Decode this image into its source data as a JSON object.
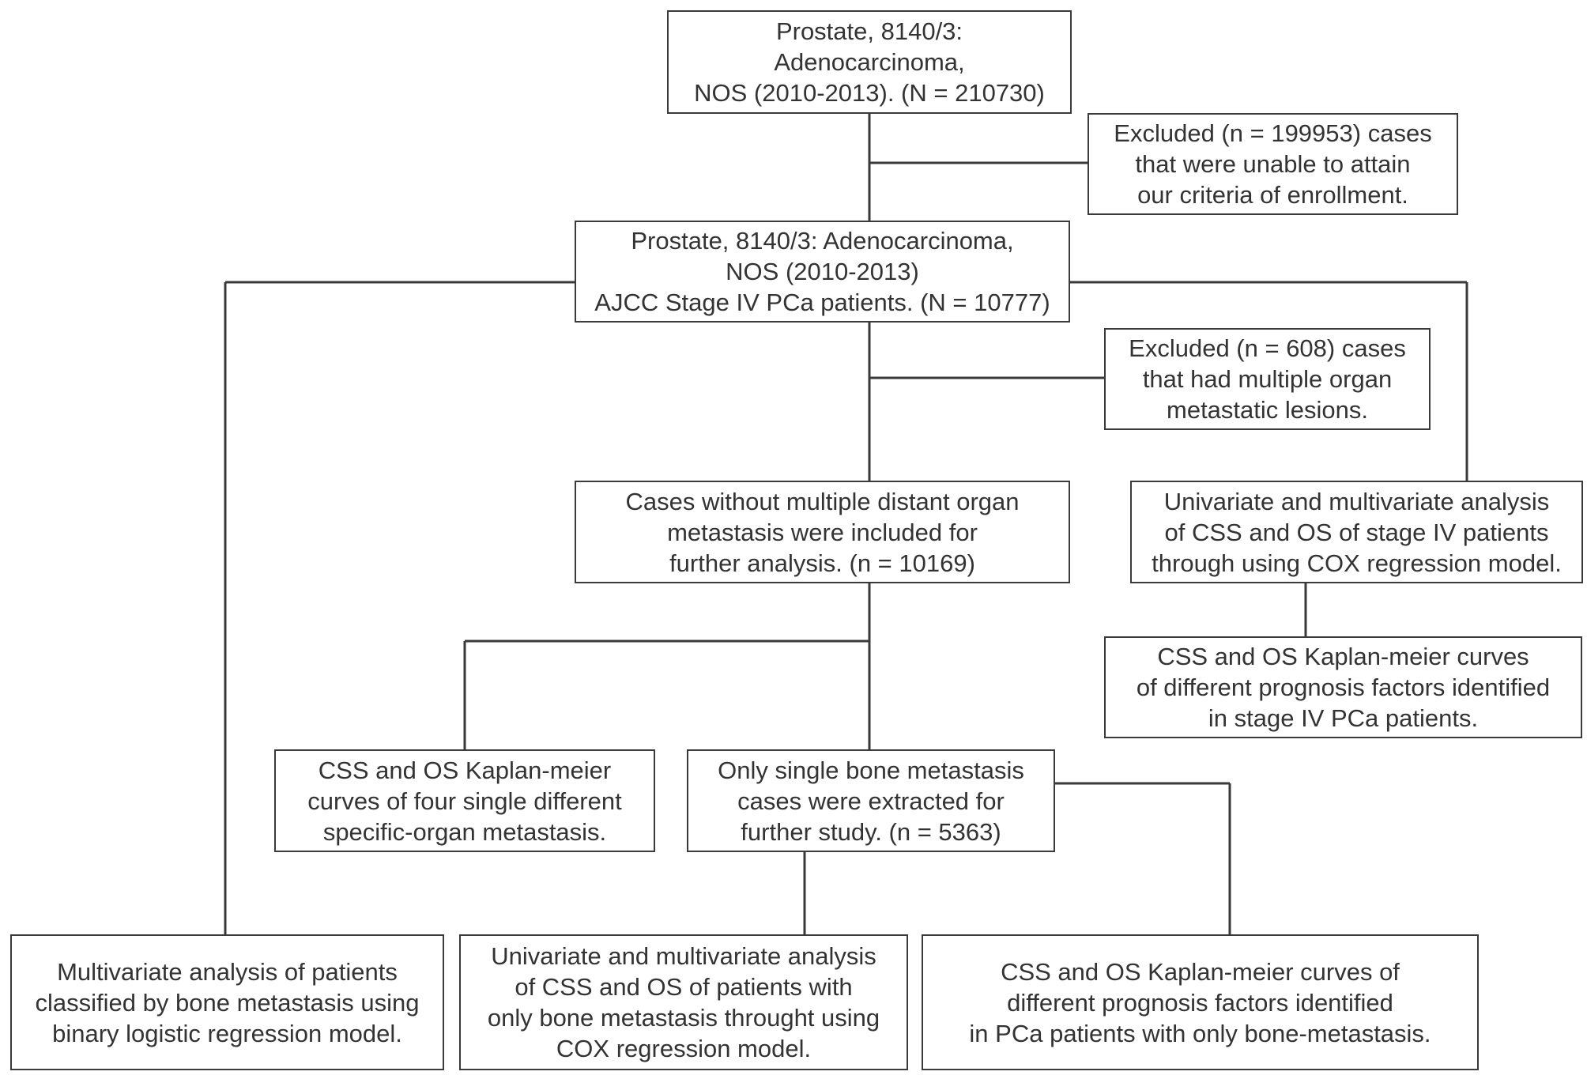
{
  "nodes": {
    "n1": {
      "lines": [
        "Prostate, 8140/3:",
        "Adenocarcinoma,",
        "NOS (2010-2013). (N = 210730)"
      ]
    },
    "ex1": {
      "lines": [
        "Excluded (n = 199953) cases",
        "that were unable to attain",
        "our criteria of enrollment."
      ]
    },
    "n2": {
      "lines": [
        "Prostate, 8140/3: Adenocarcinoma,",
        "NOS (2010-2013)",
        "AJCC Stage IV PCa patients. (N = 10777)"
      ]
    },
    "ex2": {
      "lines": [
        "Excluded (n = 608) cases",
        "that had multiple organ",
        "metastatic lesions."
      ]
    },
    "n3": {
      "lines": [
        "Cases without multiple distant organ",
        "metastasis were included for",
        "further analysis. (n = 10169)"
      ]
    },
    "cox4": {
      "lines": [
        "Univariate and multivariate analysis",
        "of CSS and OS of stage IV patients",
        "through using COX regression model."
      ]
    },
    "km4": {
      "lines": [
        "CSS and OS Kaplan-meier curves",
        "of different prognosis factors identified",
        "in stage IV PCa patients."
      ]
    },
    "kmorg": {
      "lines": [
        "CSS and OS Kaplan-meier",
        "curves of four single different",
        "specific-organ metastasis."
      ]
    },
    "bone": {
      "lines": [
        "Only single bone metastasis",
        "cases were extracted for",
        "further study. (n = 5363)"
      ]
    },
    "logit": {
      "lines": [
        "Multivariate analysis of patients",
        "classified by bone metastasis using",
        "binary logistic regression model."
      ]
    },
    "coxbone": {
      "lines": [
        "Univariate and multivariate analysis",
        "of CSS and OS of patients with",
        "only bone metastasis throught using",
        "COX regression model."
      ]
    },
    "kmbone": {
      "lines": [
        "CSS and OS Kaplan-meier curves of",
        "different prognosis factors identified",
        "in PCa patients with only bone-metastasis."
      ]
    }
  }
}
